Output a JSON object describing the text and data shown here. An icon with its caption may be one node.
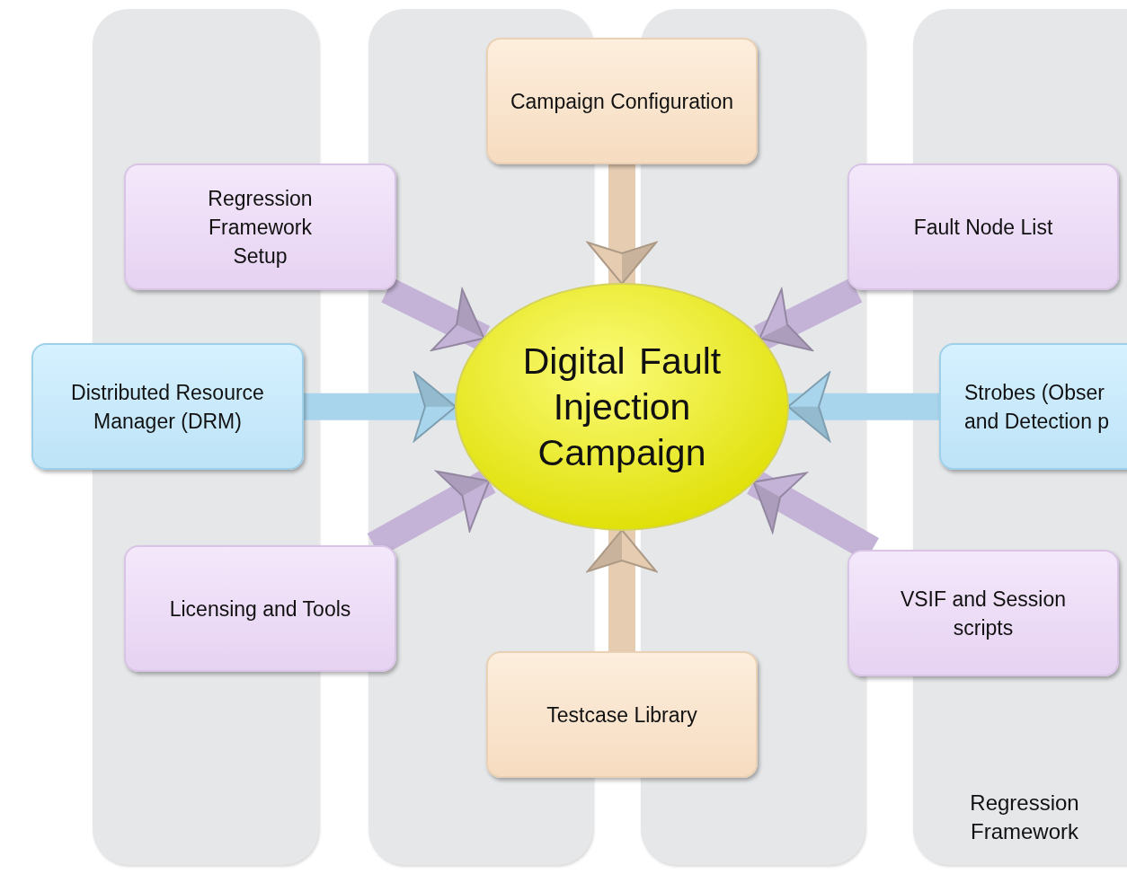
{
  "diagram": {
    "nodes": [
      {
        "text": [
          "Campaign Configuration"
        ]
      },
      {
        "text": [
          "Regression Framework Setup"
        ]
      },
      {
        "text": [
          "Fault Node List"
        ]
      },
      {
        "text": [
          "Distributed Resource Manager (DRM)"
        ]
      },
      {
        "text": [
          "Digital Fault Injection Campaign"
        ]
      },
      {
        "text": [
          "Strobes (Obser and Detection p"
        ]
      },
      {
        "text": [
          "Licensing and Tools"
        ]
      },
      {
        "text": [
          "VSIF and Session scripts"
        ]
      },
      {
        "text": [
          "Testcase Library"
        ]
      }
    ],
    "edges": [
      {
        "from": 0,
        "to": 4,
        "arrow": "to",
        "color": "#e6cdb2"
      },
      {
        "from": 1,
        "to": 4,
        "arrow": "to"
      },
      {
        "from": 2,
        "to": 4,
        "arrow": "to"
      },
      {
        "from": 3,
        "to": 4,
        "arrow": "to",
        "color": "#a8d4ec"
      },
      {
        "from": 5,
        "to": 4,
        "arrow": "to",
        "color": "#a8d4ec"
      },
      {
        "from": 6,
        "to": 4,
        "arrow": "to"
      },
      {
        "from": 7,
        "to": 4,
        "arrow": "to"
      },
      {
        "from": 8,
        "to": 4,
        "arrow": "to",
        "color": "#e6cdb2"
      }
    ],
    "labels": [
      "Regression Framework"
    ]
  }
}
